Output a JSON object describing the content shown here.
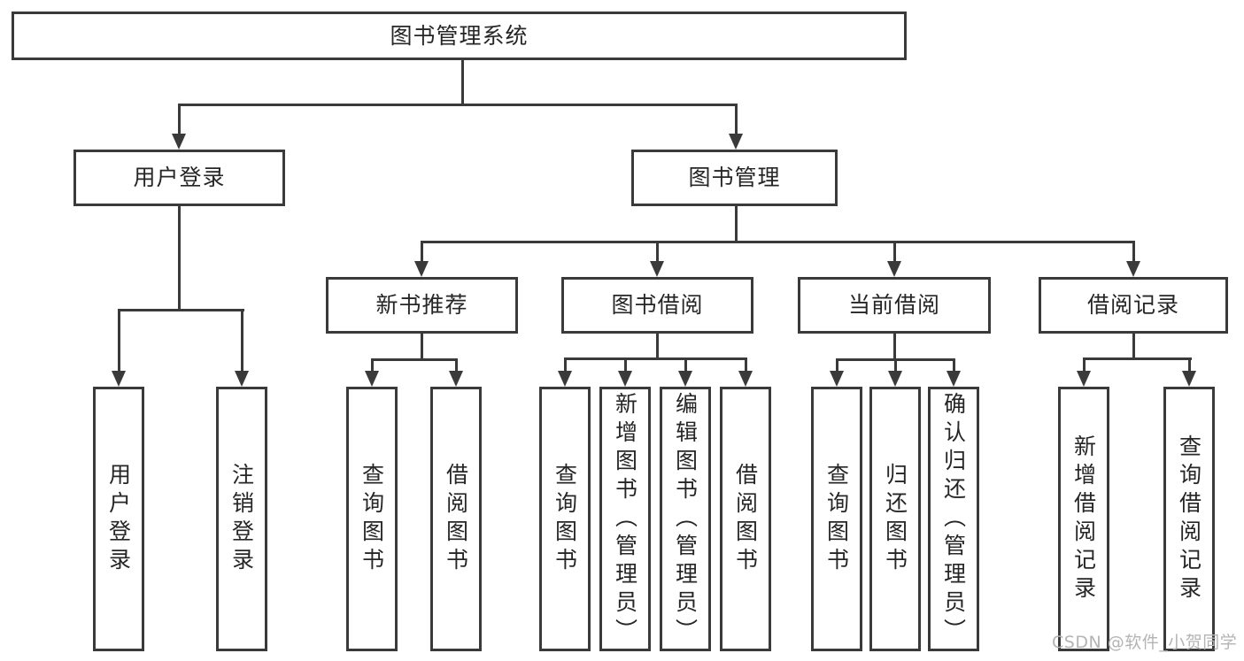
{
  "colors": {
    "line": "#3a3a3a",
    "text": "#262626",
    "watermark": "#b4b4b4",
    "background": "#ffffff"
  },
  "watermark": {
    "text": "CSDN @软件_小贺同学"
  },
  "tree": {
    "root": {
      "label": "图书管理系统",
      "children": [
        {
          "label": "用户登录",
          "children": [
            {
              "label": "用户登录"
            },
            {
              "label": "注销登录"
            }
          ]
        },
        {
          "label": "图书管理",
          "children": [
            {
              "label": "新书推荐",
              "children": [
                {
                  "label": "查询图书"
                },
                {
                  "label": "借阅图书"
                }
              ]
            },
            {
              "label": "图书借阅",
              "children": [
                {
                  "label": "查询图书"
                },
                {
                  "label": "新增图书（管理员）"
                },
                {
                  "label": "编辑图书（管理员）"
                },
                {
                  "label": "借阅图书"
                }
              ]
            },
            {
              "label": "当前借阅",
              "children": [
                {
                  "label": "查询图书"
                },
                {
                  "label": "归还图书"
                },
                {
                  "label": "确认归还（管理员）"
                }
              ]
            },
            {
              "label": "借阅记录",
              "children": [
                {
                  "label": "新增借阅记录"
                },
                {
                  "label": "查询借阅记录"
                }
              ]
            }
          ]
        }
      ]
    }
  }
}
